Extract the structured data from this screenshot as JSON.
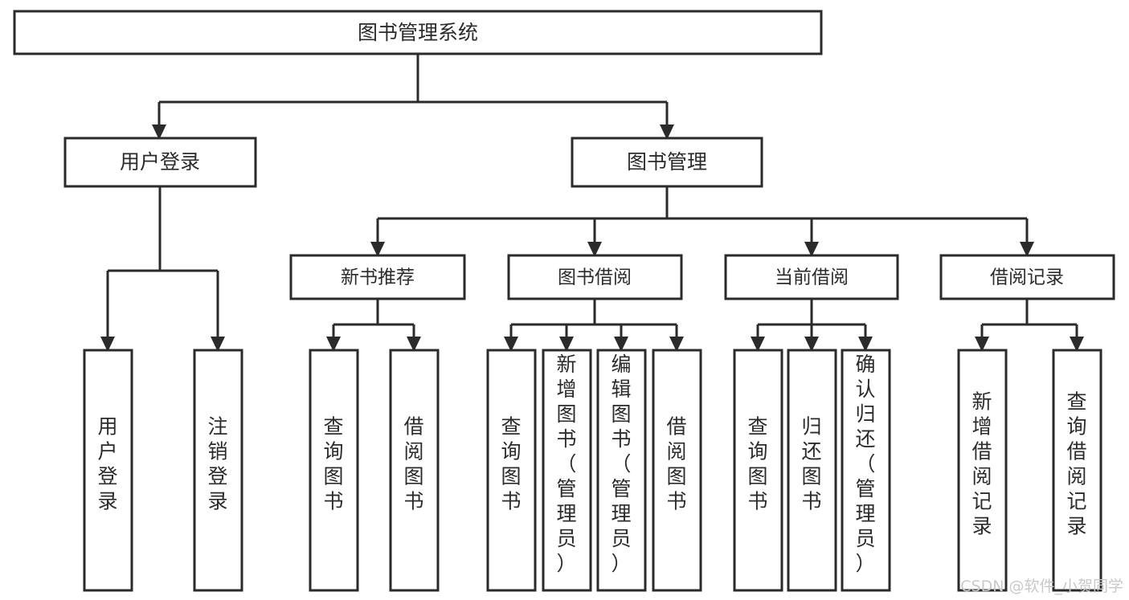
{
  "diagram": {
    "type": "tree-hierarchy",
    "title": "图书管理系统",
    "orientation": "top-down",
    "colors": {
      "stroke": "#2b2b2b",
      "box_fill": "#ffffff",
      "background": "#ffffff",
      "watermark": "#c9c9c9"
    },
    "levels": [
      {
        "level": 1,
        "nodes": [
          {
            "id": "root",
            "label": "图书管理系统"
          }
        ]
      },
      {
        "level": 2,
        "nodes": [
          {
            "id": "login",
            "label": "用户登录",
            "parent": "root"
          },
          {
            "id": "bookmgmt",
            "label": "图书管理",
            "parent": "root"
          }
        ]
      },
      {
        "level": 3,
        "nodes": [
          {
            "id": "newbook",
            "label": "新书推荐",
            "parent": "bookmgmt"
          },
          {
            "id": "borrow",
            "label": "图书借阅",
            "parent": "bookmgmt"
          },
          {
            "id": "current",
            "label": "当前借阅",
            "parent": "bookmgmt"
          },
          {
            "id": "records",
            "label": "借阅记录",
            "parent": "bookmgmt"
          }
        ]
      },
      {
        "level": 4,
        "nodes": [
          {
            "id": "leaf1",
            "label": "用户登录",
            "parent": "login",
            "lines": [
              "用",
              "户",
              "登",
              "录"
            ]
          },
          {
            "id": "leaf2",
            "label": "注销登录",
            "parent": "login",
            "lines": [
              "注",
              "销",
              "登",
              "录"
            ]
          },
          {
            "id": "leaf3",
            "label": "查询图书",
            "parent": "newbook",
            "lines": [
              "查",
              "询",
              "图",
              "书"
            ]
          },
          {
            "id": "leaf4",
            "label": "借阅图书",
            "parent": "newbook",
            "lines": [
              "借",
              "阅",
              "图",
              "书"
            ]
          },
          {
            "id": "leaf5",
            "label": "查询图书",
            "parent": "borrow",
            "lines": [
              "查",
              "询",
              "图",
              "书"
            ]
          },
          {
            "id": "leaf6",
            "label": "新增图书（管理员）",
            "parent": "borrow",
            "lines": [
              "新",
              "增",
              "图",
              "书",
              "（",
              "管",
              "理",
              "员",
              "）"
            ]
          },
          {
            "id": "leaf7",
            "label": "编辑图书（管理员）",
            "parent": "borrow",
            "lines": [
              "编",
              "辑",
              "图",
              "书",
              "（",
              "管",
              "理",
              "员",
              "）"
            ]
          },
          {
            "id": "leaf8",
            "label": "借阅图书",
            "parent": "borrow",
            "lines": [
              "借",
              "阅",
              "图",
              "书"
            ]
          },
          {
            "id": "leaf9",
            "label": "查询图书",
            "parent": "current",
            "lines": [
              "查",
              "询",
              "图",
              "书"
            ]
          },
          {
            "id": "leaf10",
            "label": "归还图书",
            "parent": "current",
            "lines": [
              "归",
              "还",
              "图",
              "书"
            ]
          },
          {
            "id": "leaf11",
            "label": "确认归还（管理员）",
            "parent": "current",
            "lines": [
              "确",
              "认",
              "归",
              "还",
              "（",
              "管",
              "理",
              "员",
              "）"
            ]
          },
          {
            "id": "leaf12",
            "label": "新增借阅记录",
            "parent": "records",
            "lines": [
              "新",
              "增",
              "借",
              "阅",
              "记",
              "录"
            ]
          },
          {
            "id": "leaf13",
            "label": "查询借阅记录",
            "parent": "records",
            "lines": [
              "查",
              "询",
              "借",
              "阅",
              "记",
              "录"
            ]
          }
        ]
      }
    ]
  },
  "watermark": {
    "text": "CSDN @软件_小贺同学"
  }
}
